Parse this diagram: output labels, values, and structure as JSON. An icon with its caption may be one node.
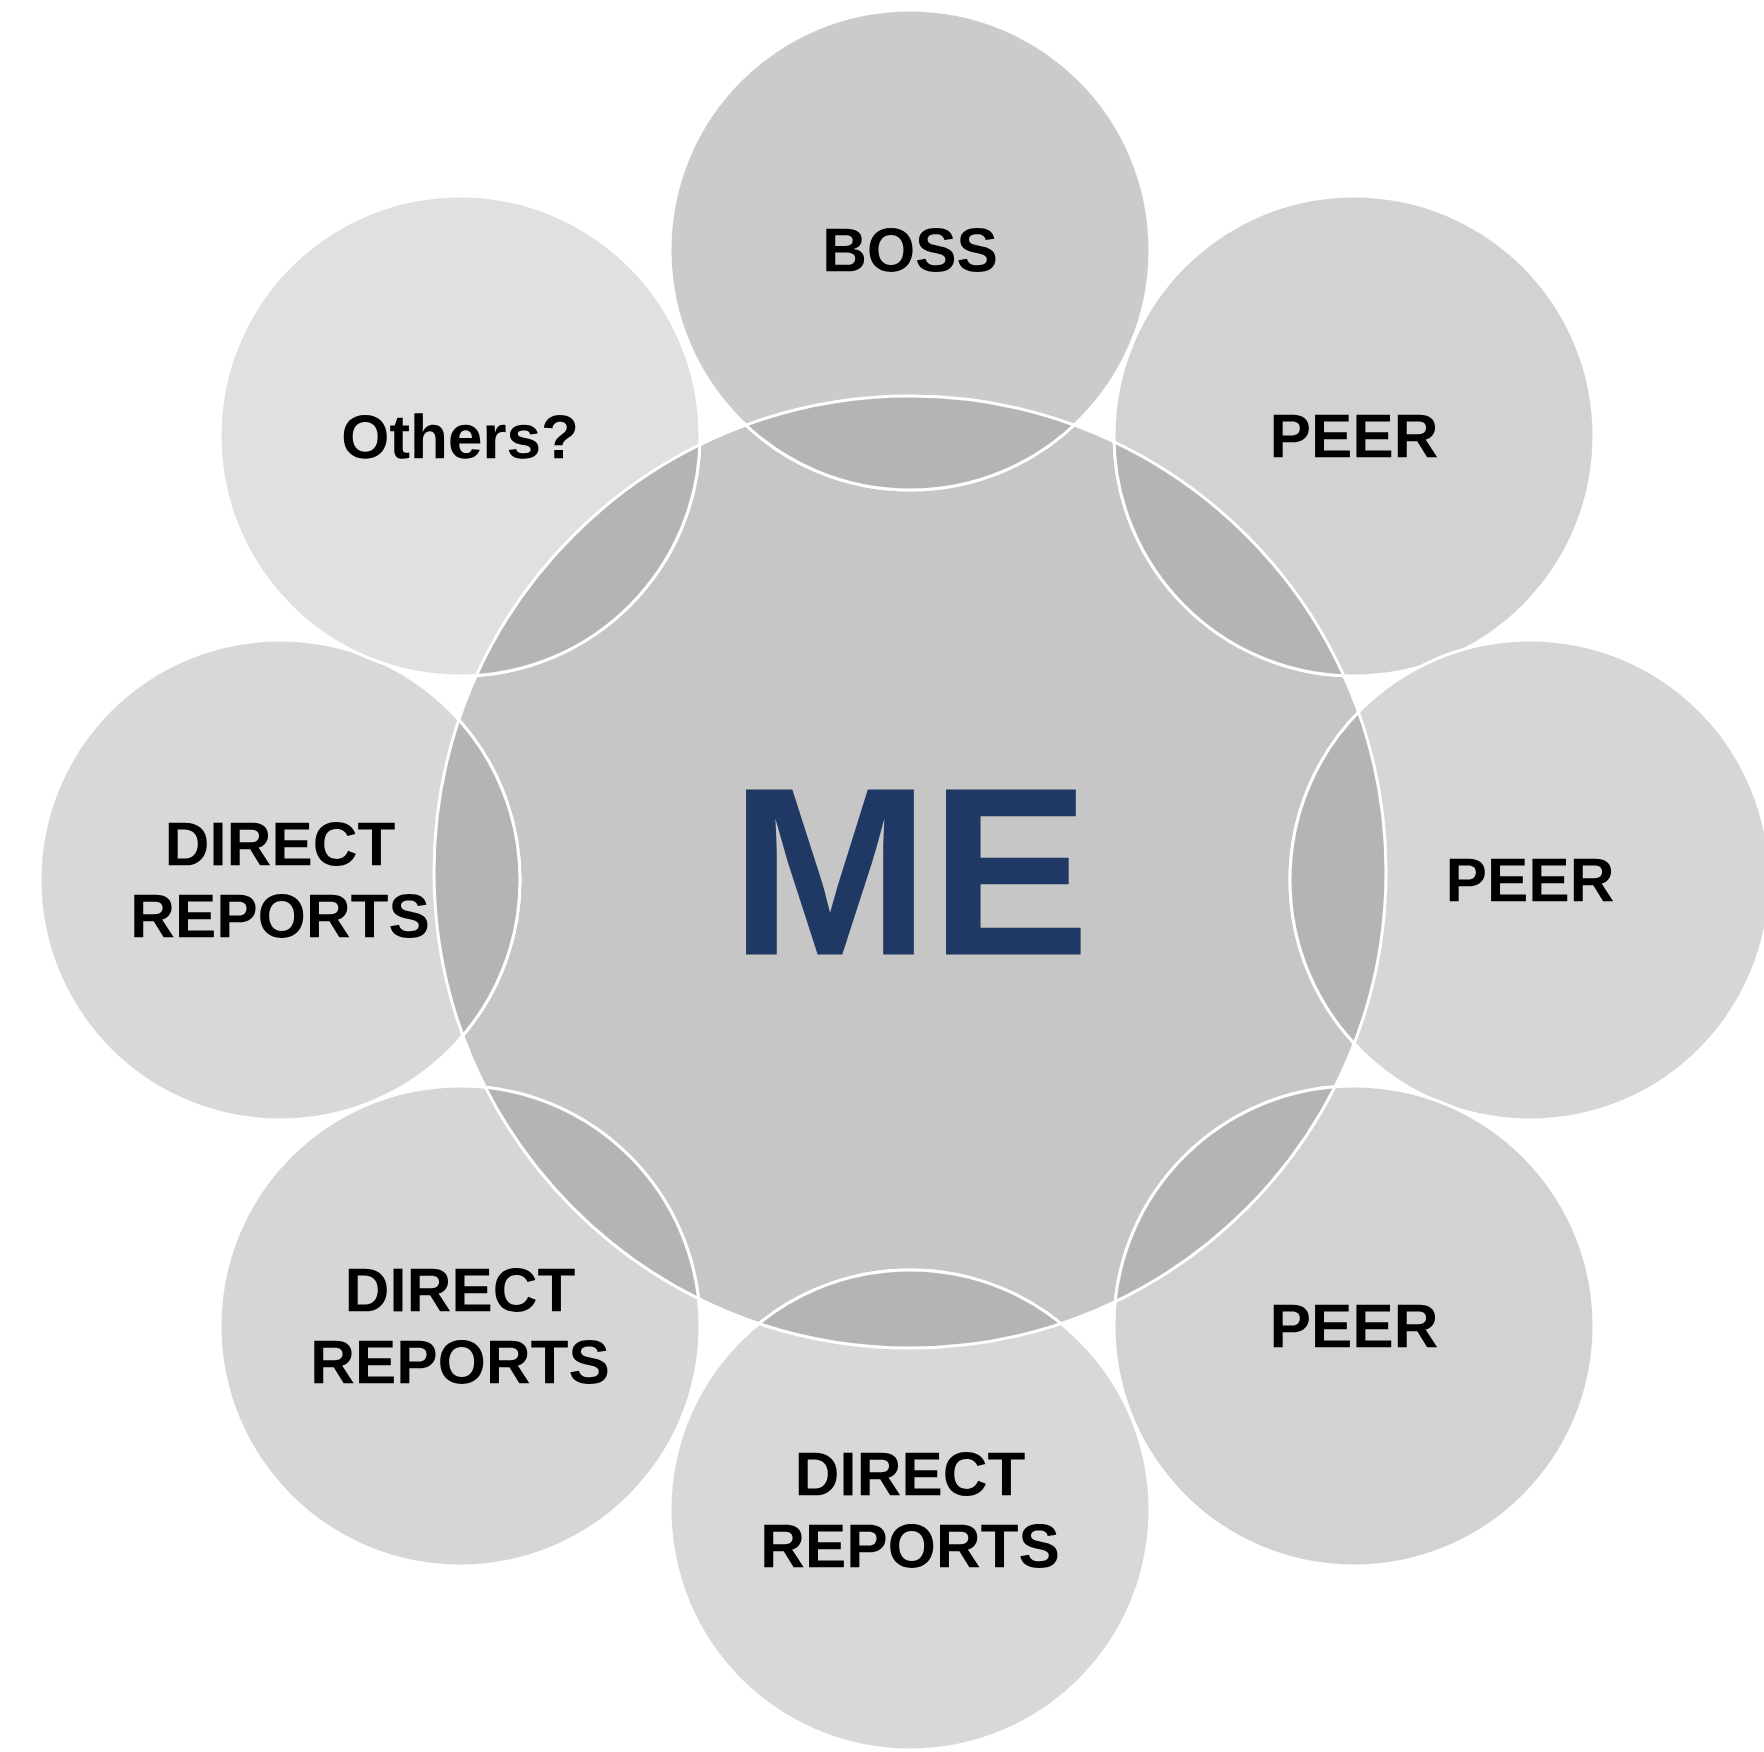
{
  "diagram": {
    "nodes": [
      {
        "text": [
          "ME"
        ]
      },
      {
        "text": [
          "BOSS"
        ]
      },
      {
        "text": [
          "PEER"
        ]
      },
      {
        "text": [
          "PEER"
        ]
      },
      {
        "text": [
          "PEER"
        ]
      },
      {
        "text": [
          "DIRECT REPORTS"
        ]
      },
      {
        "text": [
          "DIRECT REPORTS"
        ]
      },
      {
        "text": [
          "DIRECT REPORTS"
        ]
      },
      {
        "text": [
          "Others?"
        ]
      }
    ]
  }
}
